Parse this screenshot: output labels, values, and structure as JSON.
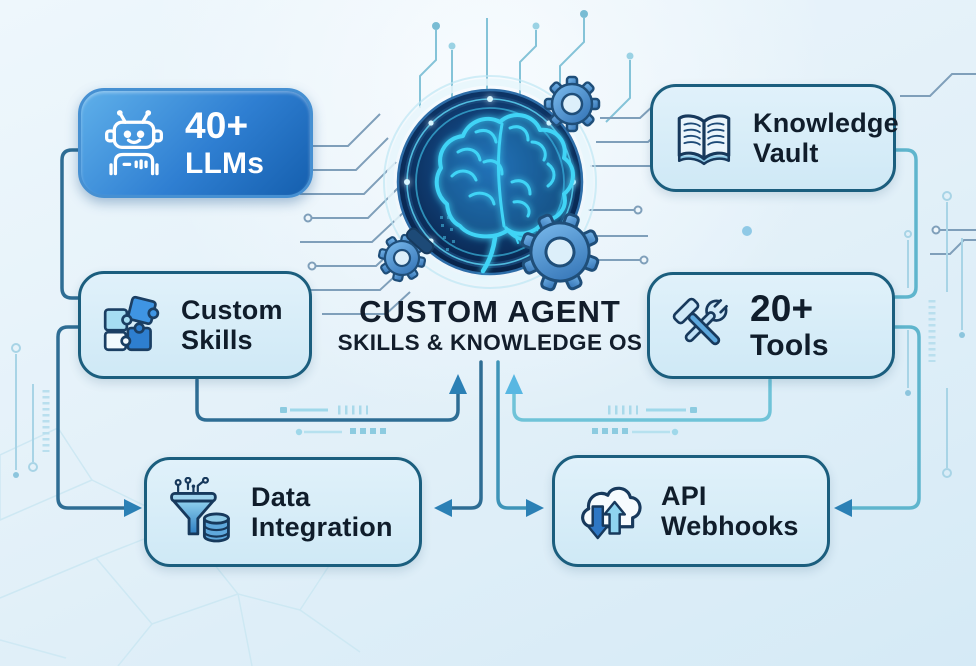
{
  "center": {
    "title_line1": "CUSTOM AGENT",
    "title_line2": "SKILLS & KNOWLEDGE OS"
  },
  "nodes": {
    "llms": {
      "stat": "40+",
      "label": "LLMs",
      "icon": "robot-icon"
    },
    "knowledge_vault": {
      "line1": "Knowledge",
      "line2": "Vault",
      "icon": "open-book-icon"
    },
    "custom_skills": {
      "line1": "Custom",
      "line2": "Skills",
      "icon": "puzzle-icon"
    },
    "tools": {
      "stat": "20+",
      "label": "Tools",
      "icon": "hammer-wrench-icon"
    },
    "data_integration": {
      "line1": "Data",
      "line2": "Integration",
      "icon": "funnel-database-icon"
    },
    "api_webhooks": {
      "line1": "API",
      "line2": "Webhooks",
      "icon": "cloud-sync-icon"
    }
  },
  "colors": {
    "background": "#e4f1f9",
    "card_fill": "#d7ecf8",
    "card_border": "#1b5e7e",
    "primary_card_fill": "#2f7fd2",
    "title_text": "#121d2b",
    "connector_dark": "#2e6d94",
    "connector_light": "#5fb5cd",
    "arrow_fill": "#2b80b5",
    "arrow_light_fill": "#58b7e2",
    "brain_glow": "#3fd4f6",
    "gear_fill": "#4d97dd"
  }
}
